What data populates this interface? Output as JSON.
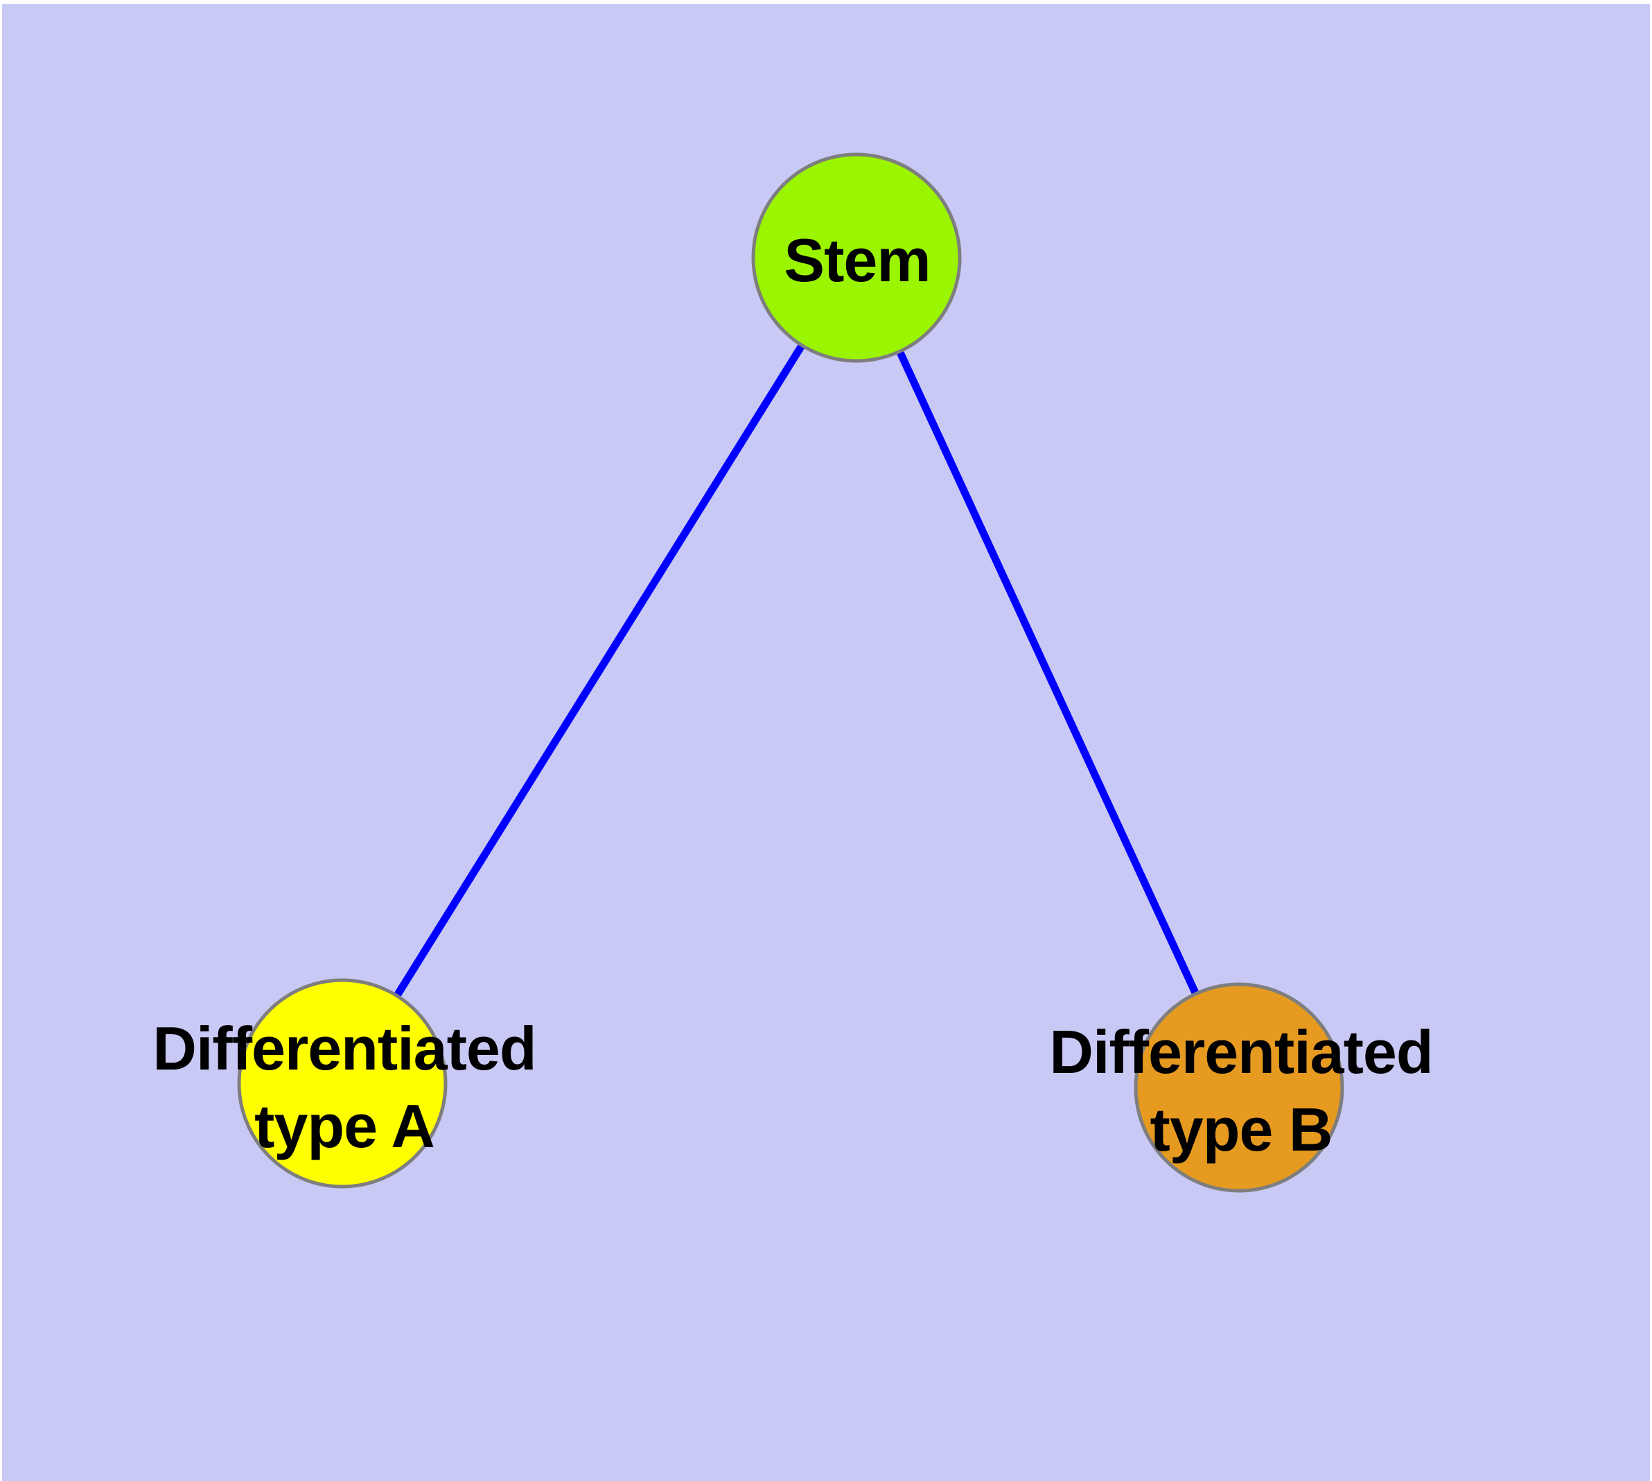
{
  "diagram": {
    "type": "node-link-graph",
    "colors": {
      "background": "#c9c9f6",
      "page_margin": "#ffffff",
      "edge": "#0000ff",
      "node_border": "#7e7e7e",
      "label_text": "#000000"
    },
    "nodes": [
      {
        "id": "stem",
        "label": "Stem",
        "fill": "#9bf500",
        "position": "top-center"
      },
      {
        "id": "differentiated-type-a",
        "label": "Differentiated\ntype A",
        "fill": "#ffff00",
        "position": "bottom-left"
      },
      {
        "id": "differentiated-type-b",
        "label": "Differentiated\ntype B",
        "fill": "#e69a1f",
        "position": "bottom-right"
      }
    ],
    "edges": [
      {
        "from": "Stem",
        "to": "Differentiated type A"
      },
      {
        "from": "Stem",
        "to": "Differentiated type B"
      }
    ]
  }
}
